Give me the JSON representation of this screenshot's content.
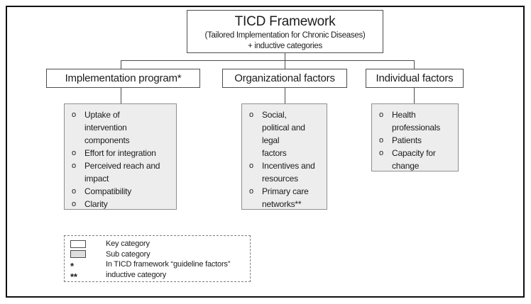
{
  "glyphs": {
    "bullet": "o"
  },
  "root": {
    "title": "TICD Framework",
    "subtitle_line1": "(Tailored Implementation for Chronic Diseases)",
    "subtitle_line2": "+ inductive categories"
  },
  "categories": [
    {
      "label": "Implementation program*",
      "items": [
        "Uptake of\nintervention\ncomponents",
        "Effort for integration",
        "Perceived reach and\nimpact",
        "Compatibility",
        "Clarity"
      ]
    },
    {
      "label": "Organizational factors",
      "items": [
        "Social,\npolitical and\nlegal\nfactors",
        "Incentives and\nresources",
        "Primary care\nnetworks**"
      ]
    },
    {
      "label": "Individual factors",
      "items": [
        "Health\nprofessionals",
        "Patients",
        "Capacity for\nchange"
      ]
    }
  ],
  "legend": {
    "rows": [
      {
        "symbol": "swatch-white",
        "label": "Key category"
      },
      {
        "symbol": "swatch-gray",
        "label": "Sub category"
      },
      {
        "symbol": "*",
        "label": "In TICD framework “guideline factors”"
      },
      {
        "symbol": "**",
        "label": "inductive category"
      }
    ]
  },
  "colors": {
    "line": "#4d4d4d",
    "box_border": "#4d4d4d",
    "sub_box_fill": "#ededed",
    "sub_box_border": "#8f8f8f",
    "legend_border": "#7d7d7d",
    "text": "#1c1c1c",
    "frame_border": "#101010"
  }
}
